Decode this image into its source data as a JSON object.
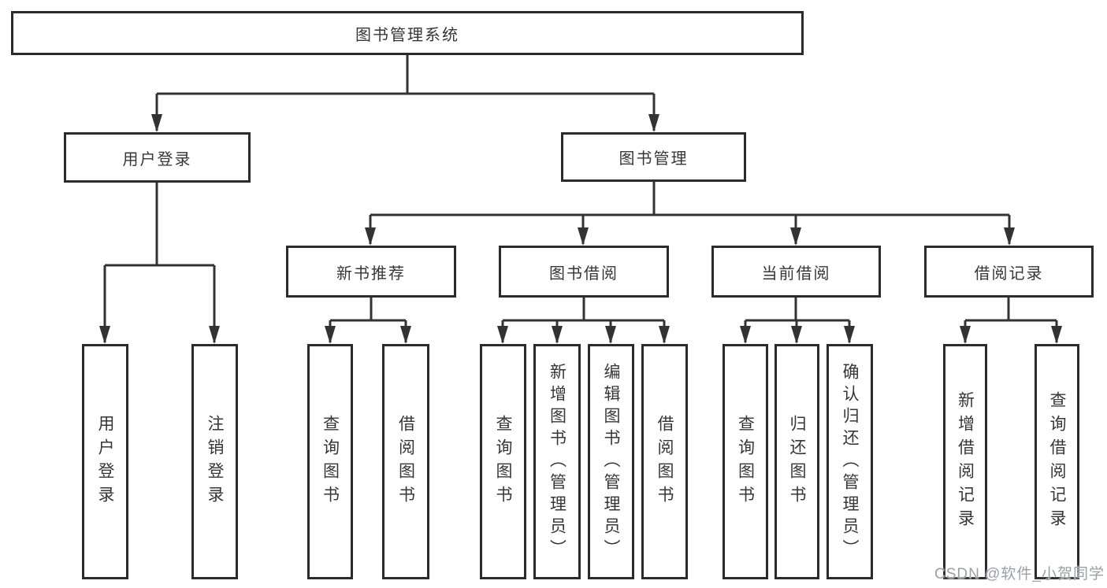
{
  "diagram": {
    "root": {
      "label": "图书管理系统"
    },
    "level2": [
      {
        "label": "用户登录"
      },
      {
        "label": "图书管理"
      }
    ],
    "level3": [
      {
        "label": "新书推荐",
        "parent": "图书管理"
      },
      {
        "label": "图书借阅",
        "parent": "图书管理"
      },
      {
        "label": "当前借阅",
        "parent": "图书管理"
      },
      {
        "label": "借阅记录",
        "parent": "图书管理"
      }
    ],
    "leaves": [
      {
        "label": "用户登录",
        "parent": "用户登录"
      },
      {
        "label": "注销登录",
        "parent": "用户登录"
      },
      {
        "label": "查询图书",
        "parent": "新书推荐"
      },
      {
        "label": "借阅图书",
        "parent": "新书推荐"
      },
      {
        "label": "查询图书",
        "parent": "图书借阅"
      },
      {
        "label": "新增图书（管理员）",
        "parent": "图书借阅"
      },
      {
        "label": "编辑图书（管理员）",
        "parent": "图书借阅"
      },
      {
        "label": "借阅图书",
        "parent": "图书借阅"
      },
      {
        "label": "查询图书",
        "parent": "当前借阅"
      },
      {
        "label": "归还图书",
        "parent": "当前借阅"
      },
      {
        "label": "确认归还（管理员）",
        "parent": "当前借阅"
      },
      {
        "label": "新增借阅记录",
        "parent": "借阅记录"
      },
      {
        "label": "查询借阅记录",
        "parent": "借阅记录"
      }
    ]
  },
  "watermark": {
    "text": "CSDN @软件_小贺同学"
  },
  "colors": {
    "line": "#333333",
    "box_border": "#2b2b2b",
    "text": "#363636",
    "watermark": "#9aa0a6",
    "background": "#ffffff"
  }
}
